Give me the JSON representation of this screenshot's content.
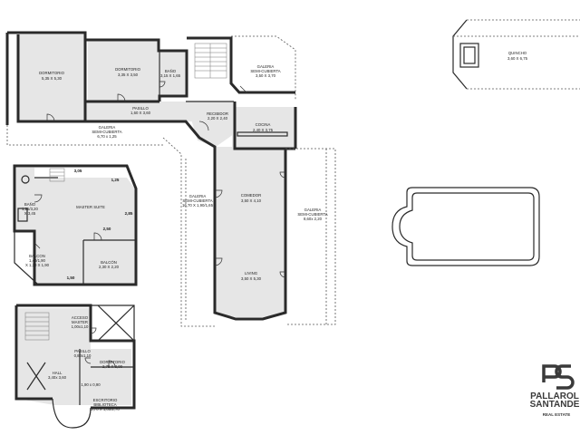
{
  "rooms": {
    "dormitorio1": {
      "name": "DORMITORIO",
      "dims": "5,35 X 5,30"
    },
    "dormitorio2": {
      "name": "DORMITORIO",
      "dims": "3,35 X 3,50"
    },
    "bano1": {
      "name": "BAÑO",
      "dims": "3,15 X 1,65"
    },
    "galeria_top": {
      "name": "GALERIA",
      "sub": "SEMI-CUBIERTA",
      "dims": "3,50 X 3,70"
    },
    "pasillo": {
      "name": "PASILLO",
      "dims": "1,60 X 3,60"
    },
    "recibidor": {
      "name": "RECIBIDOR",
      "dims": "2,20 X 2,40"
    },
    "galeria_left": {
      "name": "GALERIA",
      "sub": "SEMI-CUBIERTA",
      "dims": "6,70 x 1,25"
    },
    "cocina": {
      "name": "COCINA",
      "dims": "2,40 X 3,75"
    },
    "comedor": {
      "name": "COMEDOR",
      "dims": "3,50 X 4,10"
    },
    "living": {
      "name": "LIVING",
      "dims": "3,50 X 5,30"
    },
    "galeria_right": {
      "name": "GALERIA",
      "sub": "SEMI-CUBIERTA",
      "dims": "8,60x 2,20"
    },
    "galeria_mid": {
      "name": "GALERIA",
      "sub": "SEMI-CUBIERTA",
      "dims": "16,70 X 1,90/1,65"
    },
    "quincho": {
      "name": "QUINCHO",
      "dims": "3,60 X 6,75"
    },
    "master_suite": {
      "name": "MASTER SUITE"
    },
    "bano_master": {
      "name": "BAÑO",
      "dims": "1,25/3,20",
      "dims2": "X 3,45"
    },
    "balcon1": {
      "name": "BALCON",
      "dims": "1,40/1,90",
      "dims2": "X 1,30 X 1,90"
    },
    "balcon2": {
      "name": "BALCÓN",
      "dims": "2,30 X 2,20"
    },
    "hall": {
      "name": "HALL",
      "dims": "3,40x 3,60"
    },
    "dormitorio3": {
      "name": "DORMITORIO",
      "dims": "2,75 X 3,00"
    },
    "acceso_master": {
      "name": "ACCESO",
      "sub": "MASTER",
      "dims": "1,00x1,10"
    },
    "pasillo2": {
      "name": "PASILLO",
      "dims": "0,80x1,10"
    },
    "bano2": {
      "name": "",
      "dims": "1,90 x 0,90"
    },
    "escritorio": {
      "name": "ESCRITORIO",
      "sub": "BIBLIOTECA",
      "dims": "3,70 X 1,00/2,70"
    }
  },
  "marks": {
    "m305": "3,05",
    "m125": "1,25",
    "m285": "2,85",
    "m250": "2,50",
    "m150": "1,50"
  },
  "brand": {
    "line1": "PALLAROL",
    "line2": "SANTANDE",
    "tagline": "REAL ESTATE"
  },
  "colors": {
    "floor": "#e6e6e6",
    "wall": "#2a2a2a",
    "logo": "#3a3a3a"
  }
}
